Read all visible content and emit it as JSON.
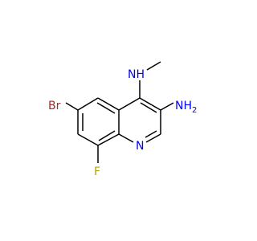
{
  "molecule": {
    "atom_labels": {
      "br": "Br",
      "f": "F",
      "n_ring": "N",
      "nh2": "NH",
      "nh2_sub": "2",
      "nh_methyl": "NH"
    },
    "colors": {
      "carbon_bond": "#000000",
      "bromine": "#a52a2a",
      "fluorine": "#b5a200",
      "nitrogen": "#0000ff",
      "background": "#ffffff"
    }
  }
}
